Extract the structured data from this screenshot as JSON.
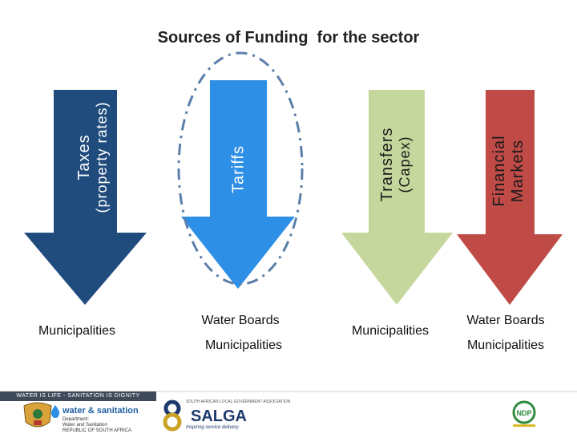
{
  "title": "Sources of Funding  for the sector",
  "arrows": [
    {
      "label": "Taxes",
      "sublabel": "(property rates)",
      "color": "#1f4b7d"
    },
    {
      "label": "Tariffs",
      "sublabel": "",
      "color": "#2e8fe6"
    },
    {
      "label": "Transfers",
      "sublabel": "(Capex)",
      "color": "#c5d79d"
    },
    {
      "label": "Financial",
      "sublabel": "Markets",
      "color": "#bf4a46"
    }
  ],
  "sources": {
    "col1": [
      "Municipalities"
    ],
    "col2": [
      "Water Boards",
      "Municipalities"
    ],
    "col3": [
      "Municipalities"
    ],
    "col4": [
      "Water Boards",
      "Municipalities"
    ]
  },
  "footer": {
    "tagline": "WATER IS LIFE - SANITATION IS DIGNITY",
    "ws_logo_text": "water & sanitation",
    "ws_logo_sub1": "Department:",
    "ws_logo_sub2": "Water and Sanitation",
    "ws_logo_sub3": "REPUBLIC OF SOUTH AFRICA",
    "salga_name": "SALGA",
    "salga_tagline": "Inspiring service delivery",
    "salga_top": "SOUTH AFRICAN LOCAL GOVERNMENT ASSOCIATION"
  },
  "icons": [
    "coat-of-arms-icon",
    "water-drop-icon",
    "salga-logo-icon",
    "ndp-logo-icon"
  ]
}
